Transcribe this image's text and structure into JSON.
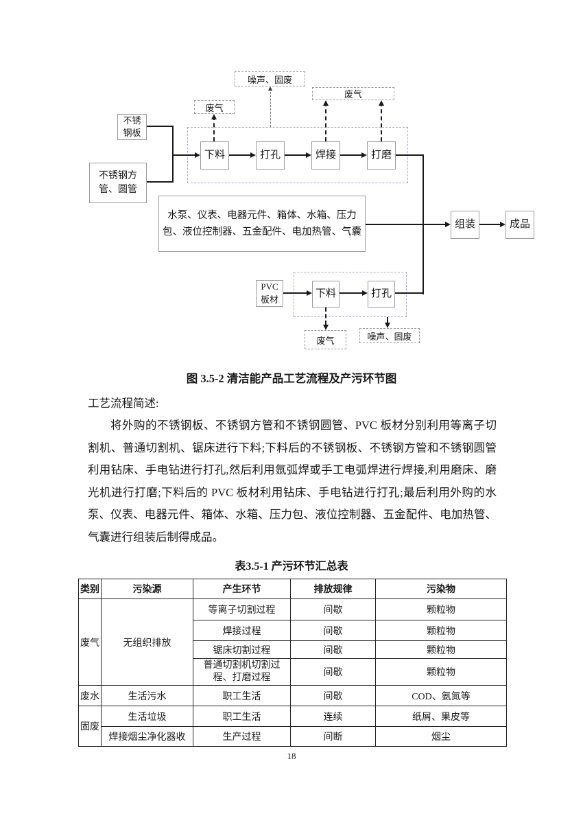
{
  "figure": {
    "caption": "图 3.5-2 清洁能产品工艺流程及产污环节图",
    "inputs": {
      "steel_plate": "不锈\n钢板",
      "steel_tube": "不锈钢方\n管、圆管",
      "pvc_plate": "PVC\n板材",
      "purchased_parts": "水泵、仪表、电器元件、箱体、水箱、压力\n包、液位控制器、五金配件、电加热管、气囊"
    },
    "steps": {
      "cut1": "下料",
      "drill1": "打孔",
      "weld": "焊接",
      "grind": "打磨",
      "cut2": "下料",
      "drill2": "打孔",
      "assemble": "组装",
      "product": "成品"
    },
    "emissions": {
      "noise_solid_top": "噪声、固废",
      "exhaust_top_left": "废气",
      "exhaust_top_right": "废气",
      "exhaust_pvc": "废气",
      "noise_solid_pvc": "噪声、固废"
    },
    "colors": {
      "line": "#1a1a1a",
      "box_border": "#9b9b9b",
      "flow_container_border": "#a3a8dd"
    }
  },
  "body": {
    "intro": "工艺流程简述:",
    "paragraph": "将外购的不锈钢板、不锈钢方管和不锈钢圆管、PVC 板材分别利用等离子切割机、普通切割机、锯床进行下料;下料后的不锈钢板、不锈钢方管和不锈钢圆管利用钻床、手电钻进行打孔,然后利用氩弧焊或手工电弧焊进行焊接,利用磨床、磨光机进行打磨;下料后的 PVC 板材利用钻床、手电钻进行打孔;最后利用外购的水泵、仪表、电器元件、箱体、水箱、压力包、液位控制器、五金配件、电加热管、气囊进行组装后制得成品。"
  },
  "table": {
    "title": "表3.5-1 产污环节汇总表",
    "headers": [
      "类别",
      "污染源",
      "产生环节",
      "排放规律",
      "污染物"
    ],
    "rows": [
      {
        "category": "废气",
        "source": "无组织排放",
        "stage": "等离子切割过程",
        "pattern": "间歇",
        "pollutant": "颗粒物"
      },
      {
        "stage": "焊接过程",
        "pattern": "间歇",
        "pollutant": "颗粒物"
      },
      {
        "stage": "锯床切割过程",
        "pattern": "间歇",
        "pollutant": "颗粒物"
      },
      {
        "stage": "普通切割机切割过\n程、打磨过程",
        "pattern": "间歇",
        "pollutant": "颗粒物"
      },
      {
        "category": "废水",
        "source": "生活污水",
        "stage": "职工生活",
        "pattern": "间歇",
        "pollutant": "COD、氨氮等"
      },
      {
        "category": "固废",
        "source": "生活垃圾",
        "stage": "职工生活",
        "pattern": "连续",
        "pollutant": "纸屑、果皮等"
      },
      {
        "source": "焊接烟尘净化器收",
        "stage": "生产过程",
        "pattern": "间断",
        "pollutant": "烟尘"
      }
    ]
  },
  "page_number": "18"
}
